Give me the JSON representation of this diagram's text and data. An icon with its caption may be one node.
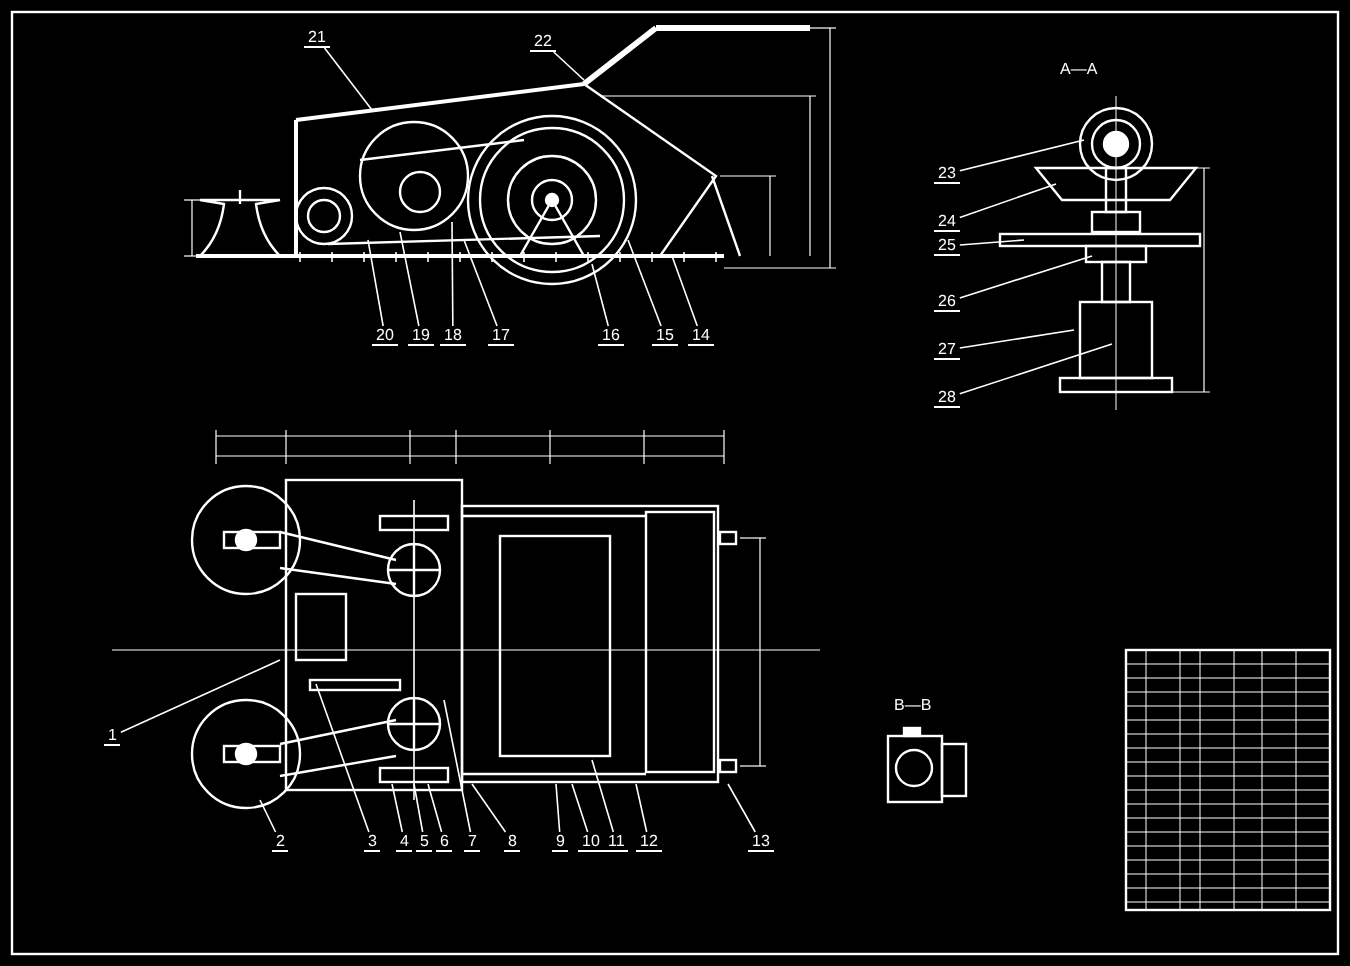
{
  "diagram": {
    "nodes": [
      {
        "text": [
          "1"
        ]
      },
      {
        "text": [
          "2"
        ]
      },
      {
        "text": [
          "3"
        ]
      },
      {
        "text": [
          "4"
        ]
      },
      {
        "text": [
          "5"
        ]
      },
      {
        "text": [
          "6"
        ]
      },
      {
        "text": [
          "7"
        ]
      },
      {
        "text": [
          "8"
        ]
      },
      {
        "text": [
          "9"
        ]
      },
      {
        "text": [
          "10"
        ]
      },
      {
        "text": [
          "11"
        ]
      },
      {
        "text": [
          "12"
        ]
      },
      {
        "text": [
          "13"
        ]
      },
      {
        "text": [
          "14"
        ]
      },
      {
        "text": [
          "15"
        ]
      },
      {
        "text": [
          "16"
        ]
      },
      {
        "text": [
          "17"
        ]
      },
      {
        "text": [
          "18"
        ]
      },
      {
        "text": [
          "19"
        ]
      },
      {
        "text": [
          "20"
        ]
      },
      {
        "text": [
          "21"
        ]
      },
      {
        "text": [
          "22"
        ]
      },
      {
        "text": [
          "23"
        ]
      },
      {
        "text": [
          "24"
        ]
      },
      {
        "text": [
          "25"
        ]
      },
      {
        "text": [
          "26"
        ]
      },
      {
        "text": [
          "27"
        ]
      },
      {
        "text": [
          "28"
        ]
      }
    ],
    "edges": [
      {
        "from": 0,
        "to": null,
        "arrow": "none"
      },
      {
        "from": 1,
        "to": null,
        "arrow": "none"
      },
      {
        "from": 2,
        "to": null,
        "arrow": "none"
      },
      {
        "from": 3,
        "to": null,
        "arrow": "none"
      },
      {
        "from": 4,
        "to": null,
        "arrow": "none"
      },
      {
        "from": 5,
        "to": null,
        "arrow": "none"
      },
      {
        "from": 6,
        "to": null,
        "arrow": "none"
      },
      {
        "from": 7,
        "to": null,
        "arrow": "none"
      },
      {
        "from": 8,
        "to": null,
        "arrow": "none"
      },
      {
        "from": 9,
        "to": null,
        "arrow": "none"
      },
      {
        "from": 10,
        "to": null,
        "arrow": "none"
      },
      {
        "from": 11,
        "to": null,
        "arrow": "none"
      },
      {
        "from": 12,
        "to": null,
        "arrow": "none"
      },
      {
        "from": 13,
        "to": null,
        "arrow": "none"
      },
      {
        "from": 14,
        "to": null,
        "arrow": "none"
      },
      {
        "from": 15,
        "to": null,
        "arrow": "none"
      },
      {
        "from": 16,
        "to": null,
        "arrow": "none"
      },
      {
        "from": 17,
        "to": null,
        "arrow": "none"
      },
      {
        "from": 18,
        "to": null,
        "arrow": "none"
      },
      {
        "from": 19,
        "to": null,
        "arrow": "none"
      },
      {
        "from": 20,
        "to": null,
        "arrow": "none"
      },
      {
        "from": 21,
        "to": null,
        "arrow": "none"
      },
      {
        "from": 22,
        "to": null,
        "arrow": "none"
      },
      {
        "from": 23,
        "to": null,
        "arrow": "none"
      },
      {
        "from": 24,
        "to": null,
        "arrow": "none"
      },
      {
        "from": 25,
        "to": null,
        "arrow": "none"
      },
      {
        "from": 26,
        "to": null,
        "arrow": "none"
      },
      {
        "from": 27,
        "to": null,
        "arrow": "none"
      }
    ],
    "labels": [
      "A—A",
      "B—B"
    ]
  }
}
